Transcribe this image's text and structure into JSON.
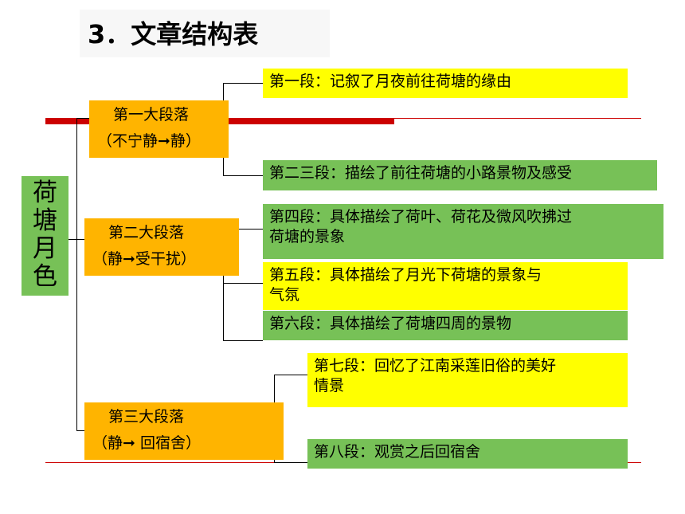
{
  "title": "3．文章结构表",
  "root": {
    "chars": [
      "荷",
      "塘",
      "月",
      "色"
    ]
  },
  "sections": [
    {
      "label": "第一大段落",
      "sub": "（不宁静➞静）"
    },
    {
      "label": "第二大段落",
      "sub": "（静➞受干扰）"
    },
    {
      "label": "第三大段落",
      "sub": "（静➞ 回宿舍）"
    }
  ],
  "paragraphs": [
    {
      "lines": [
        "第一段：记叙了月夜前往荷塘的缘由"
      ]
    },
    {
      "lines": [
        "第二三段：描绘了前往荷塘的小路景物及感受"
      ]
    },
    {
      "lines": [
        "第四段：具体描绘了荷叶、荷花及微风吹拂过",
        "荷塘的景象"
      ]
    },
    {
      "lines": [
        "第五段：具体描绘了月光下荷塘的景象与",
        "气氛"
      ]
    },
    {
      "lines": [
        "第六段：具体描绘了荷塘四周的景物"
      ]
    },
    {
      "lines": [
        "第七段：回忆了江南采莲旧俗的美好",
        "情景"
      ]
    },
    {
      "lines": [
        "第八段：观赏之后回宿舍"
      ]
    }
  ],
  "colors": {
    "orange": "#ffb400",
    "green": "#77c157",
    "yellow": "#ffff00",
    "accent_bar": "#cc0000"
  }
}
